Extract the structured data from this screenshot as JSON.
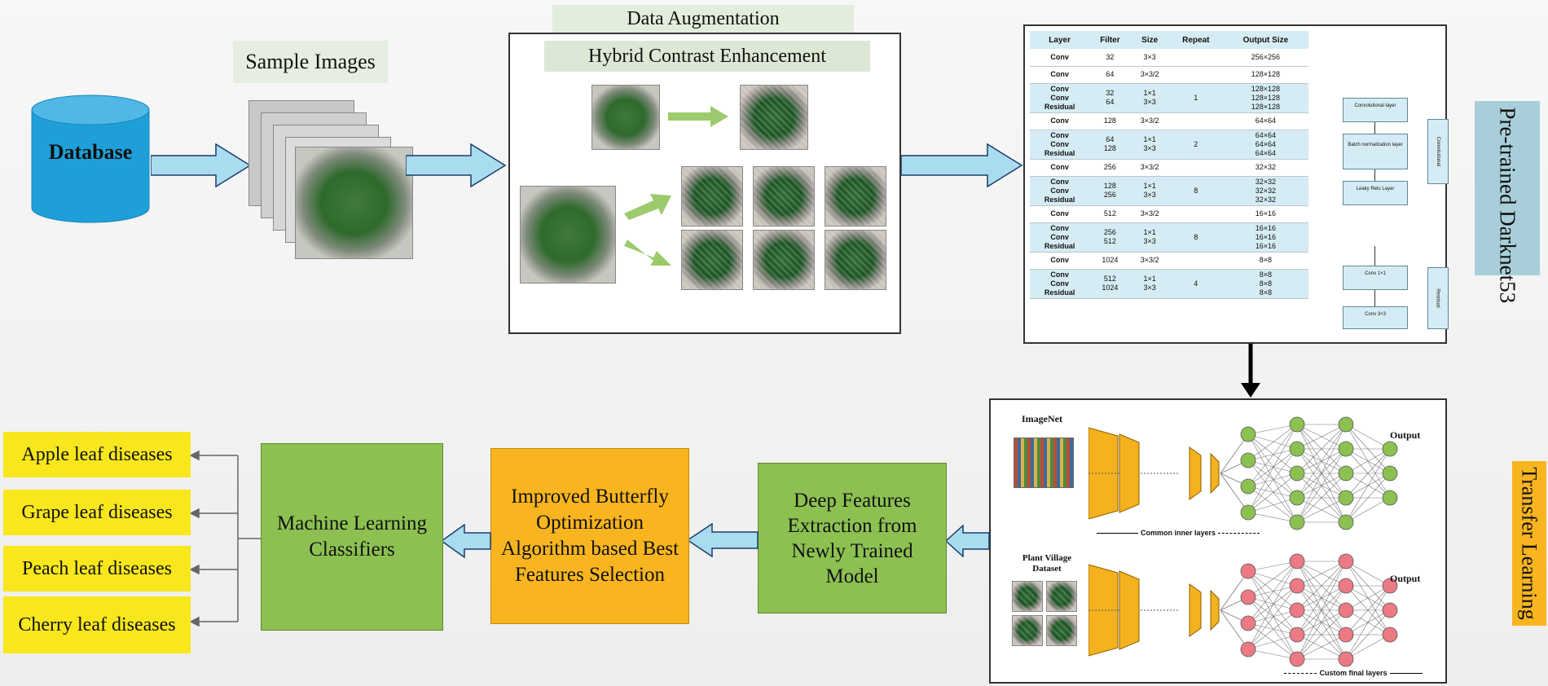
{
  "sections": {
    "data_augmentation": "Data Augmentation",
    "hybrid_contrast": "Hybrid Contrast Enhancement",
    "sample_images": "Sample Images",
    "pretrained": "Pre-trained Darknet53",
    "transfer_learning": "Transfer Learning"
  },
  "database": {
    "label": "Database"
  },
  "darknet_table": {
    "headers": [
      "Layer",
      "Filter",
      "Size",
      "Repeat",
      "Output Size"
    ],
    "rows": [
      {
        "layer": [
          "Conv"
        ],
        "filter": [
          "32"
        ],
        "size": [
          "3×3"
        ],
        "repeat": "",
        "output": [
          "256×256"
        ],
        "hl": false
      },
      {
        "layer": [
          "Conv"
        ],
        "filter": [
          "64"
        ],
        "size": [
          "3×3/2"
        ],
        "repeat": "",
        "output": [
          "128×128"
        ],
        "hl": false
      },
      {
        "layer": [
          "Conv",
          "Conv",
          "Residual"
        ],
        "filter": [
          "32",
          "64"
        ],
        "size": [
          "1×1",
          "3×3"
        ],
        "repeat": "1",
        "output": [
          "128×128",
          "128×128",
          "128×128"
        ],
        "hl": true
      },
      {
        "layer": [
          "Conv"
        ],
        "filter": [
          "128"
        ],
        "size": [
          "3×3/2"
        ],
        "repeat": "",
        "output": [
          "64×64"
        ],
        "hl": false
      },
      {
        "layer": [
          "Conv",
          "Conv",
          "Residual"
        ],
        "filter": [
          "64",
          "128"
        ],
        "size": [
          "1×1",
          "3×3"
        ],
        "repeat": "2",
        "output": [
          "64×64",
          "64×64",
          "64×64"
        ],
        "hl": true
      },
      {
        "layer": [
          "Conv"
        ],
        "filter": [
          "256"
        ],
        "size": [
          "3×3/2"
        ],
        "repeat": "",
        "output": [
          "32×32"
        ],
        "hl": false
      },
      {
        "layer": [
          "Conv",
          "Conv",
          "Residual"
        ],
        "filter": [
          "128",
          "256"
        ],
        "size": [
          "1×1",
          "3×3"
        ],
        "repeat": "8",
        "output": [
          "32×32",
          "32×32",
          "32×32"
        ],
        "hl": true
      },
      {
        "layer": [
          "Conv"
        ],
        "filter": [
          "512"
        ],
        "size": [
          "3×3/2"
        ],
        "repeat": "",
        "output": [
          "16×16"
        ],
        "hl": false
      },
      {
        "layer": [
          "Conv",
          "Conv",
          "Residual"
        ],
        "filter": [
          "256",
          "512"
        ],
        "size": [
          "1×1",
          "3×3"
        ],
        "repeat": "8",
        "output": [
          "16×16",
          "16×16",
          "16×16"
        ],
        "hl": true
      },
      {
        "layer": [
          "Conv"
        ],
        "filter": [
          "1024"
        ],
        "size": [
          "3×3/2"
        ],
        "repeat": "",
        "output": [
          "8×8"
        ],
        "hl": false
      },
      {
        "layer": [
          "Conv",
          "Conv",
          "Residual"
        ],
        "filter": [
          "512",
          "1024"
        ],
        "size": [
          "1×1",
          "3×3"
        ],
        "repeat": "4",
        "output": [
          "8×8",
          "8×8",
          "8×8"
        ],
        "hl": true
      }
    ]
  },
  "darknet_blocks": {
    "conv_layer": "Convolutional layer",
    "batch_norm": "Batch normalization layer",
    "leaky": "Leaky Relu Layer",
    "convolutional": "Convolutional",
    "conv1": "Conv 1×1",
    "conv3": "Conv 3×3",
    "residual": "Residual"
  },
  "transfer": {
    "imagenet": "ImageNet",
    "plant_village": "Plant Village Dataset",
    "common_layers": "Common inner layers",
    "custom_layers": "Custom final layers",
    "output1": "Output",
    "output2": "Output"
  },
  "pipeline": {
    "deep_features": "Deep Features Extraction from Newly Trained Model",
    "butterfly": "Improved Butterfly Optimization Algorithm based Best Features Selection",
    "ml_classifiers": "Machine Learning Classifiers"
  },
  "outputs": [
    "Apple leaf diseases",
    "Grape leaf diseases",
    "Peach leaf diseases",
    "Cherry leaf diseases"
  ],
  "colors": {
    "arrow_fill": "#a9dcef",
    "db_fill": "#1e9fd8",
    "green_box": "#8cc152",
    "orange_box": "#f9b51f",
    "yellow_box": "#f8e71c",
    "pretrained_box": "#a8cfd9",
    "table_highlight": "#d6ecf4",
    "green_node": "#8cc152",
    "red_node": "#ec7a84",
    "layer_orange": "#f5b21f"
  }
}
